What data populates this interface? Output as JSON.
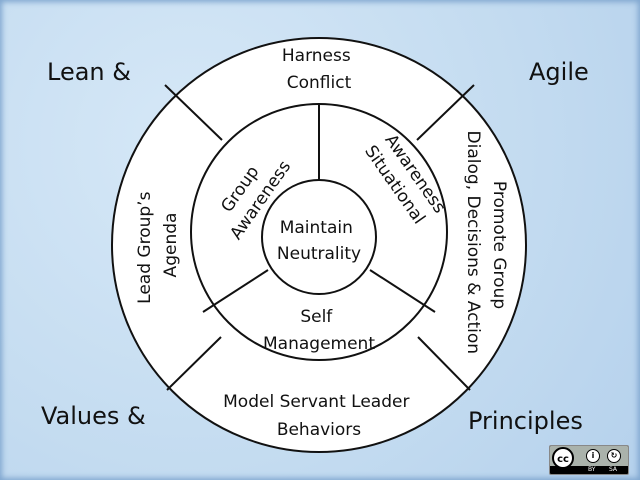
{
  "corners": {
    "top_left": "Lean &",
    "top_right": "Agile",
    "bottom_left": "Values &",
    "bottom_right": "Principles"
  },
  "outer_ring": {
    "top": [
      "Harness",
      "Conflict"
    ],
    "left": [
      "Lead Group’s",
      "Agenda"
    ],
    "right": [
      "Promote Group",
      "Dialog, Decisions & Action"
    ],
    "bottom": [
      "Model Servant Leader",
      "Behaviors"
    ]
  },
  "middle_ring": {
    "upper_left": [
      "Group",
      "Awareness"
    ],
    "upper_right": [
      "Situational",
      "Awareness"
    ],
    "bottom": [
      "Self",
      "Management"
    ]
  },
  "center": [
    "Maintain",
    "Neutrality"
  ],
  "license": {
    "by": "BY",
    "sa": "SA",
    "cc": "cc"
  },
  "colors": {
    "background": "#c3dbf0",
    "circle_fill": "#ffffff",
    "stroke": "#111111"
  }
}
